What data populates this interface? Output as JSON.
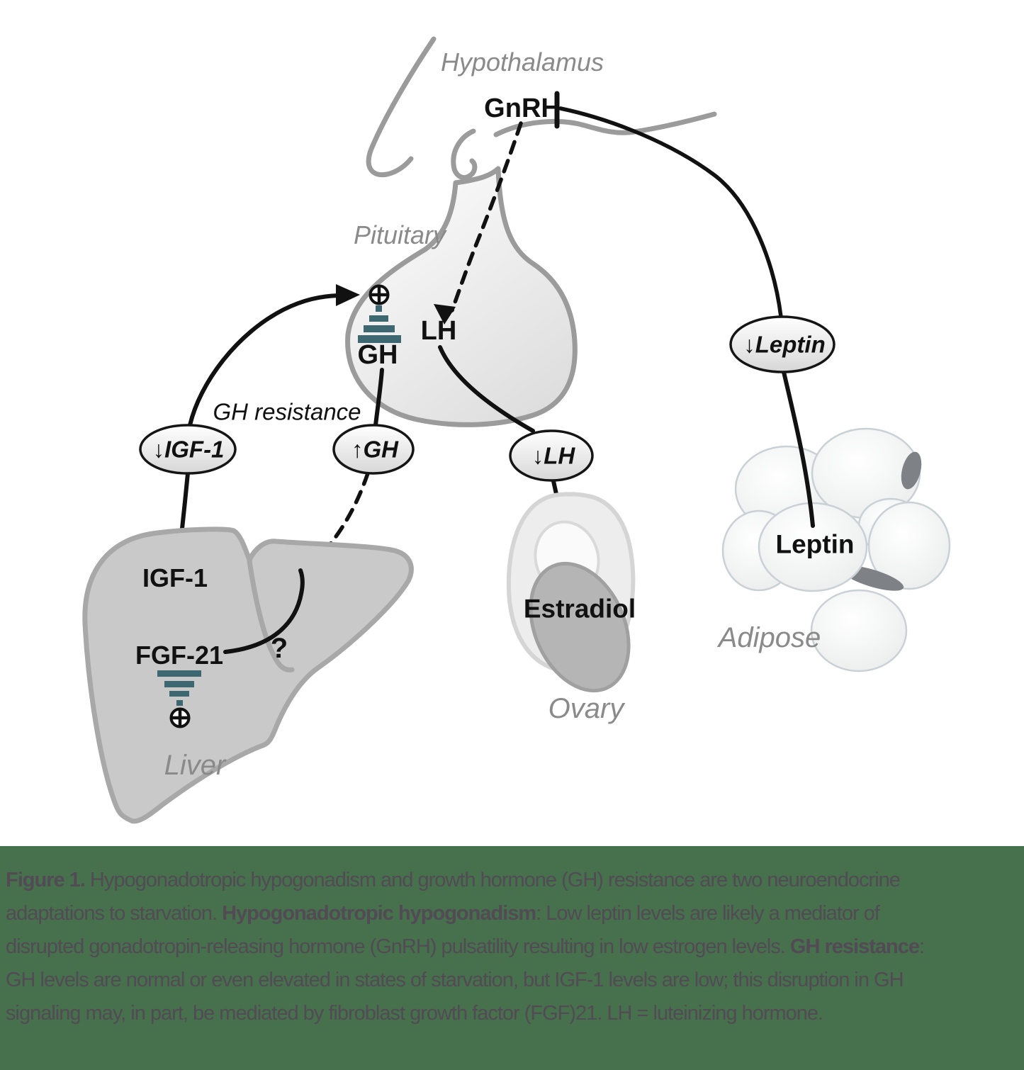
{
  "diagram": {
    "labels": {
      "hypothalamus": "Hypothalamus",
      "gnrh": "GnRH",
      "pituitary": "Pituitary",
      "lh": "LH",
      "gh": "GH",
      "gh_resistance": "GH resistance",
      "oval_igf1": "↓IGF-1",
      "oval_gh": "↑GH",
      "oval_lh": "↓LH",
      "oval_leptin": "↓Leptin",
      "igf1": "IGF-1",
      "fgf21": "FGF-21",
      "question": "?",
      "liver": "Liver",
      "estradiol": "Estradiol",
      "ovary": "Ovary",
      "leptin": "Leptin",
      "adipose": "Adipose"
    },
    "icons": {
      "plus_circle": {
        "name": "plus-circle-icon",
        "glyph": "⊕",
        "meaning": "stimulation site"
      },
      "down_arrow": {
        "name": "down-arrow",
        "glyph": "↓"
      },
      "up_arrow": {
        "name": "up-arrow",
        "glyph": "↑"
      },
      "inhibition_bar": {
        "name": "inhibition-bar",
        "glyph": "⊣"
      },
      "pulse_bars": {
        "name": "pulse-amplitude-bars",
        "meaning": "hormone pulsatility"
      }
    }
  },
  "caption": {
    "lines": [
      [
        {
          "text": "Figure 1.",
          "bold": true
        },
        {
          "text": " Hypogonadotropic hypogonadism and growth hormone (GH) resistance are two neuroendocrine",
          "bold": false
        }
      ],
      [
        {
          "text": "adaptations to starvation. ",
          "bold": false
        },
        {
          "text": "Hypogonadotropic hypogonadism",
          "bold": true
        },
        {
          "text": ": Low leptin levels are likely a mediator of",
          "bold": false
        }
      ],
      [
        {
          "text": "disrupted gonadotropin-releasing hormone (GnRH) pulsatility resulting in low estrogen levels. ",
          "bold": false
        },
        {
          "text": "GH resistance",
          "bold": true
        },
        {
          "text": ":",
          "bold": false
        }
      ],
      [
        {
          "text": "GH levels are normal or even elevated in states of starvation, but IGF-1 levels are low; this disruption in GH",
          "bold": false
        }
      ],
      [
        {
          "text": "signaling may, in part, be mediated by fibroblast growth factor (FGF)21. LH = luteinizing hormone.",
          "bold": false
        }
      ]
    ]
  },
  "colors": {
    "caption_bg": "#47714d",
    "caption_text": "#524a55",
    "pulse_bars": "#3d6872",
    "outline_gray": "#9b9b9b",
    "organ_fill": "#c9c9c9",
    "organ_stroke": "#a8a8a8",
    "label_gray": "#8a8a8a",
    "line_black": "#111111"
  }
}
